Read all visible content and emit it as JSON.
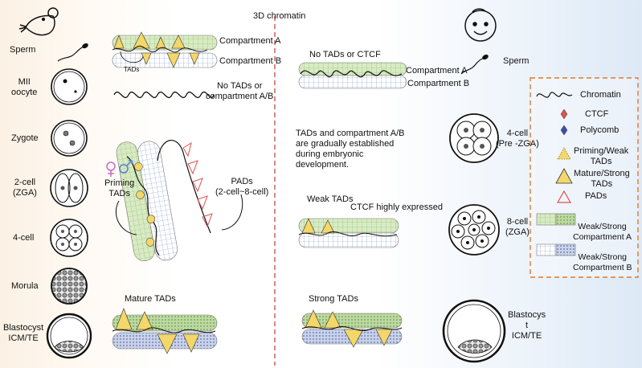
{
  "title": "3D chromatin",
  "mouse": {
    "stages": [
      {
        "label": "Sperm"
      },
      {
        "label": "MII\noocyte"
      },
      {
        "label": "Zygote"
      },
      {
        "label": "2-cell\n(ZGA)"
      },
      {
        "label": "4-cell"
      },
      {
        "label": "Morula"
      },
      {
        "label": "Blastocyst\nICM/TE"
      }
    ],
    "compartment_a": "Compartment A",
    "compartment_b": "Compartment B",
    "tads_label": "TADs",
    "mii_note": "No TADs or\ncompartment A/B",
    "priming_tads": "Priming\nTADs",
    "pads": "PADs\n(2-cell~8-cell)",
    "mature_tads": "Mature TADs"
  },
  "human": {
    "no_tads_ctcf": "No TADs or CTCF",
    "compartment_a": "Compartment A",
    "compartment_b": "Compartment B",
    "sperm": "Sperm",
    "gradual_note": "TADs and compartment A/B\nare gradually established\nduring embryonic\ndevelopment.",
    "weak_tads": "Weak TADs",
    "ctcf_high": "CTCF highly expressed",
    "strong_tads": "Strong TADs",
    "stages": [
      {
        "label": "4-cell\n(Pre -ZGA)"
      },
      {
        "label": "8-cell\n(ZGA)"
      },
      {
        "label": "Blastocys\nt\nICM/TE"
      }
    ]
  },
  "legend": {
    "items": [
      {
        "label": "Chromatin",
        "icon": "chromatin-icon"
      },
      {
        "label": "CTCF",
        "icon": "ctcf-icon"
      },
      {
        "label": "Polycomb",
        "icon": "polycomb-icon"
      },
      {
        "label": "Priming/Weak\nTADs",
        "icon": "priming-weak-tad-icon"
      },
      {
        "label": "Mature/Strong\nTADs",
        "icon": "mature-strong-tad-icon"
      },
      {
        "label": "PADs",
        "icon": "pad-icon"
      },
      {
        "label": "Weak/Strong\nCompartment A",
        "icon": "compartment-a-swatch"
      },
      {
        "label": "Weak/Strong\nCompartment B",
        "icon": "compartment-b-swatch"
      }
    ]
  },
  "colors": {
    "compartment_a": "#cfe3b8",
    "compartment_b": "#c8d3ea",
    "tad_yellow": "#f3d76a",
    "pad_red": "#d9534f",
    "divider": "#c0392b",
    "legend_border": "#e07a2e"
  }
}
